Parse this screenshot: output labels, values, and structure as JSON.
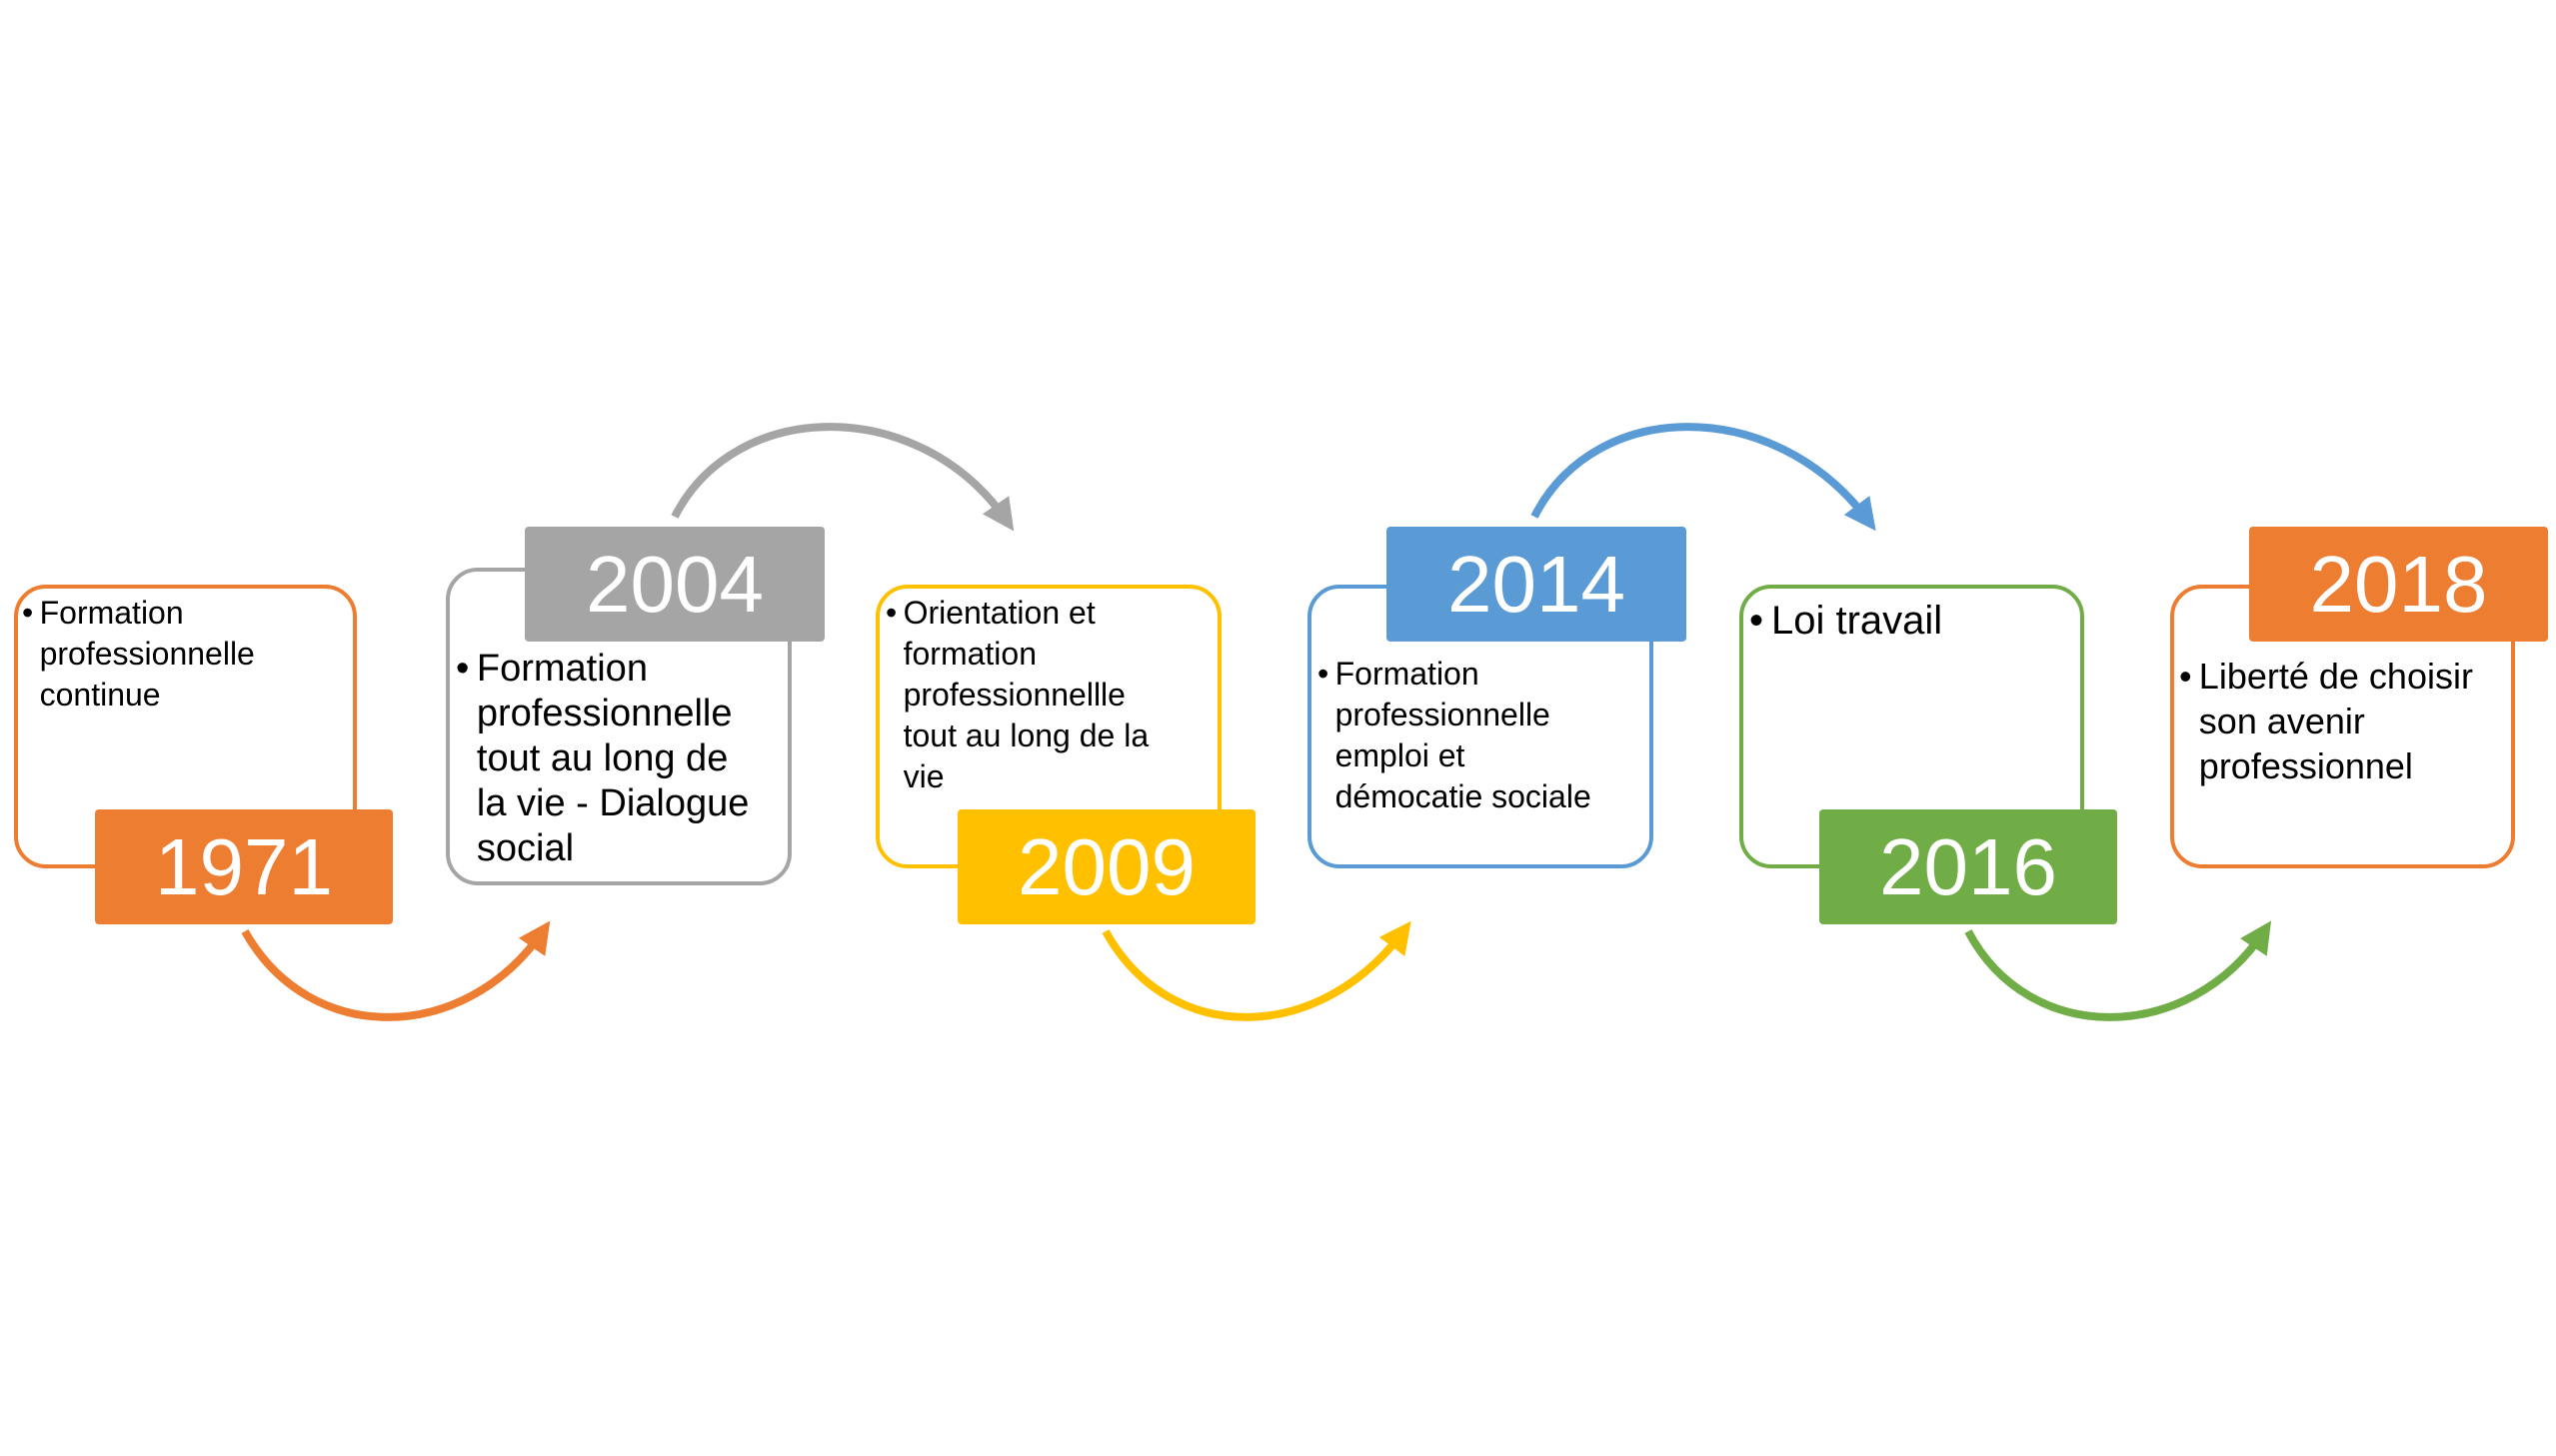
{
  "colors": {
    "orange": "#ED7D31",
    "gray": "#A5A5A5",
    "yellow": "#FFC000",
    "blue": "#5B9BD5",
    "green": "#70AD47",
    "bullet_text": "#000000"
  },
  "timeline": [
    {
      "year": "1971",
      "color": "#ED7D31",
      "lines": [
        "Formation",
        "professionnelle",
        "continue"
      ]
    },
    {
      "year": "2004",
      "color": "#A5A5A5",
      "lines": [
        "Formation",
        "professionnelle",
        "tout au  long de",
        "la vie - Dialogue",
        "social"
      ]
    },
    {
      "year": "2009",
      "color": "#FFC000",
      "lines": [
        "Orientation et",
        "formation",
        "professionnellle",
        "tout au long de la",
        "vie"
      ]
    },
    {
      "year": "2014",
      "color": "#5B9BD5",
      "lines": [
        "Formation",
        "professionnelle",
        "emploi et",
        "démocatie sociale"
      ]
    },
    {
      "year": "2016",
      "color": "#70AD47",
      "lines": [
        "Loi  travail"
      ]
    },
    {
      "year": "2018",
      "color": "#ED7D31",
      "lines": [
        "Liberté de choisir",
        "son avenir",
        "professionnel"
      ]
    }
  ],
  "arrows": [
    {
      "from": "1971",
      "to": "2004",
      "color": "#ED7D31"
    },
    {
      "from": "2004",
      "to": "2009",
      "color": "#A5A5A5"
    },
    {
      "from": "2009",
      "to": "2014",
      "color": "#FFC000"
    },
    {
      "from": "2014",
      "to": "2016",
      "color": "#5B9BD5"
    },
    {
      "from": "2016",
      "to": "2018",
      "color": "#70AD47"
    }
  ]
}
